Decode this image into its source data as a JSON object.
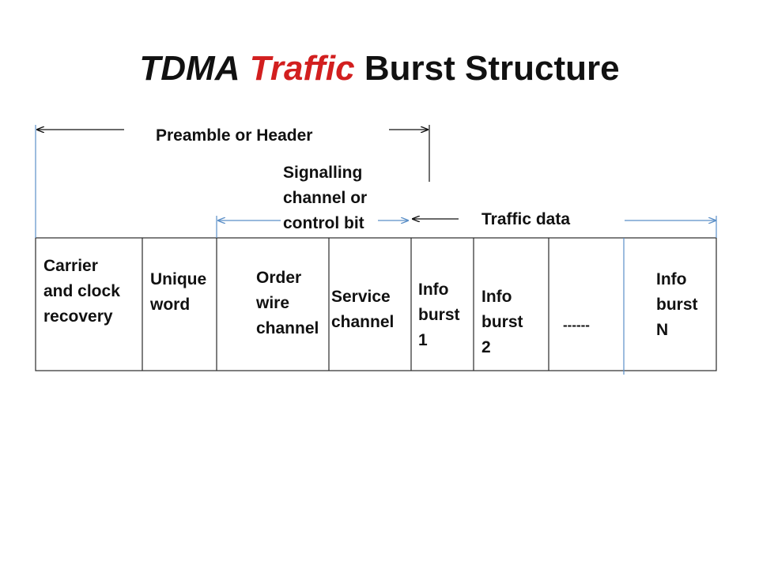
{
  "title": {
    "part1": "TDMA",
    "part2": "Traffic",
    "part3": "Burst Structure",
    "accent_color": "#d21f1f"
  },
  "annotations": {
    "preamble": "Preamble or Header",
    "signalling": [
      "Signalling",
      "channel or",
      "control bit"
    ],
    "traffic": "Traffic data"
  },
  "cells": {
    "carrier": [
      "Carrier",
      "and clock",
      "recovery"
    ],
    "unique": [
      "Unique",
      "word"
    ],
    "order": [
      "Order",
      "wire",
      "channel"
    ],
    "service": [
      "Service",
      "channel"
    ],
    "info1": [
      "Info",
      "burst",
      "1"
    ],
    "info2": [
      "Info",
      "burst",
      "2"
    ],
    "dots": "------",
    "infoN": [
      "Info",
      "burst",
      "N"
    ]
  },
  "colors": {
    "line": "#2a2a2a",
    "arrow": "#5b8fc7"
  }
}
